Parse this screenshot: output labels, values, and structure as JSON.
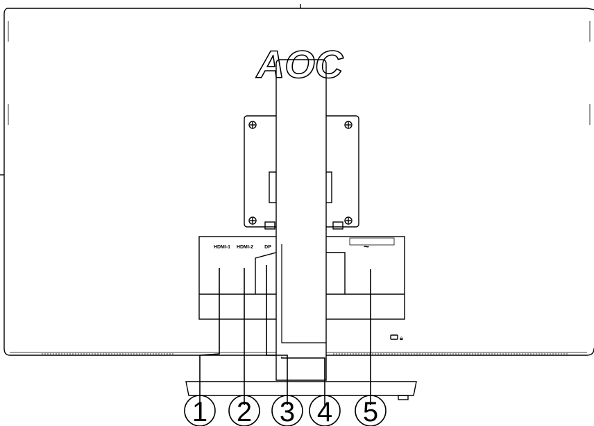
{
  "brand": {
    "logo_text": "AOC"
  },
  "ports": {
    "hdmi1": "HDMI-1",
    "hdmi2": "HDMI-2",
    "dp": "DP"
  },
  "power": {
    "ac_symbol": "~"
  },
  "callouts": [
    "1",
    "2",
    "3",
    "4",
    "5"
  ],
  "colors": {
    "line": "#000000",
    "background": "#ffffff"
  }
}
